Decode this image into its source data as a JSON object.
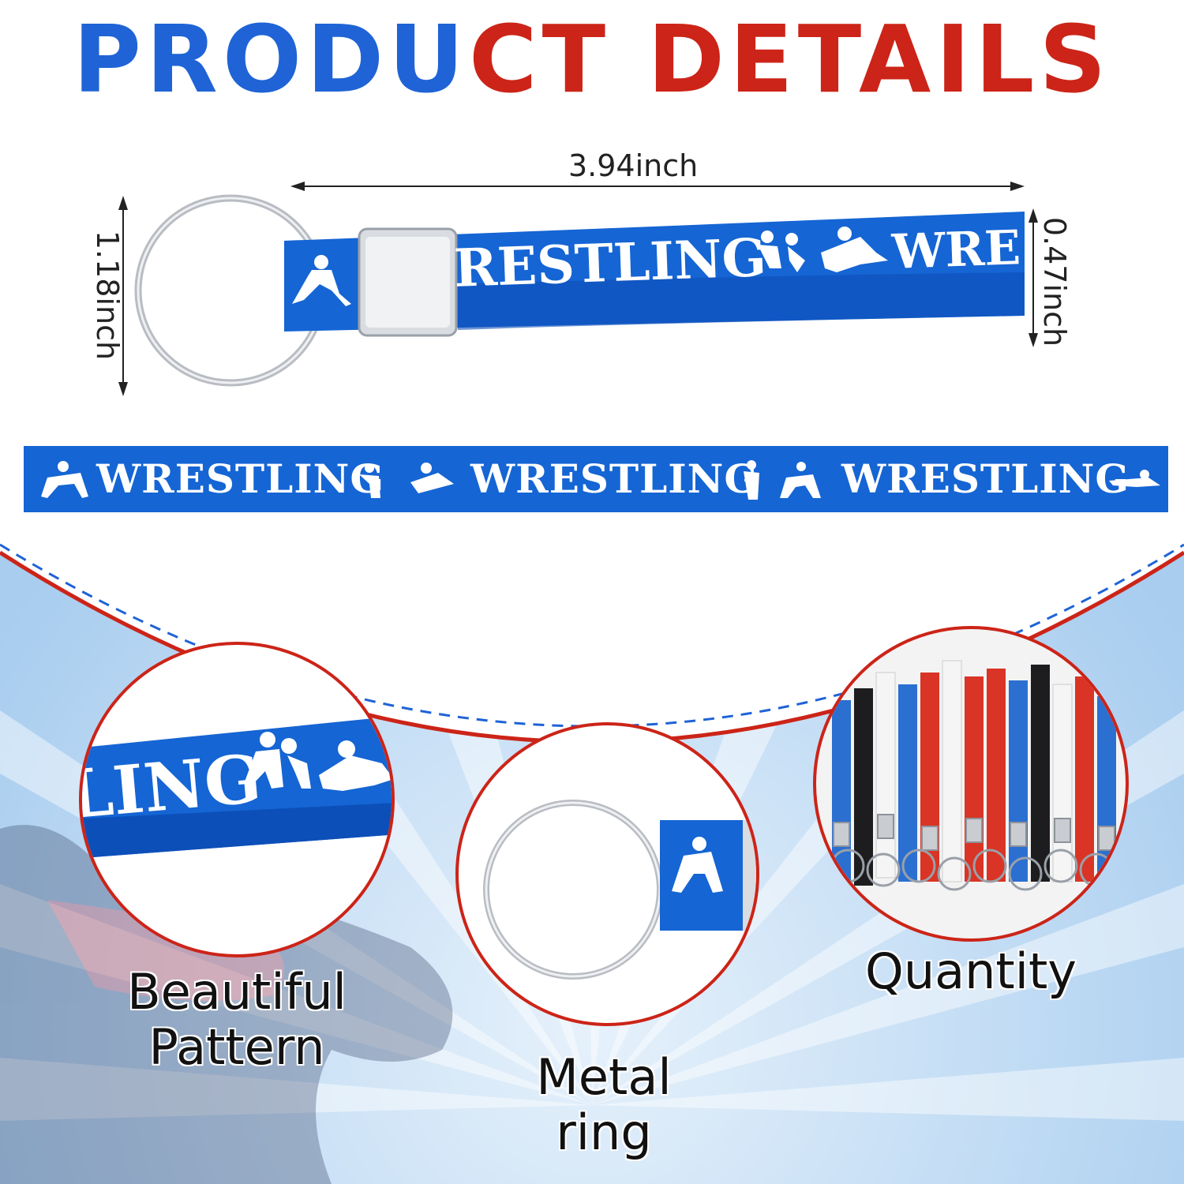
{
  "title": {
    "part1": "PRODU",
    "part2": "CT DETAILS"
  },
  "dimensions": {
    "length": "3.94inch",
    "height": "1.18inch",
    "width": "0.47inch"
  },
  "keychain": {
    "text": "RESTLING",
    "text2": "WRE"
  },
  "strip": {
    "words": [
      "WRESTLING",
      "WRESTLING",
      "WRESTLING"
    ]
  },
  "callouts": {
    "pattern": {
      "line1": "Beautiful",
      "line2": "Pattern",
      "zoom_text": "LING"
    },
    "ring": {
      "line1": "Metal",
      "line2": "ring"
    },
    "quantity": {
      "label": "Quantity"
    }
  },
  "colors": {
    "blue": "#1f63d6",
    "red": "#cc2418",
    "band": "#1565d4"
  }
}
